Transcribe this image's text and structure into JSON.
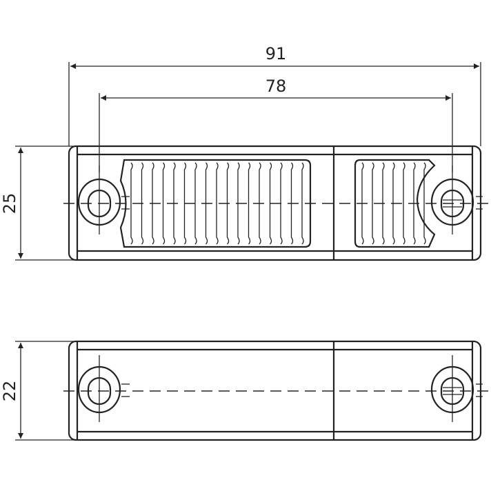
{
  "dimensions": {
    "overall_length": "91",
    "hole_spacing": "78",
    "height_top_view": "25",
    "height_bottom_view": "22"
  },
  "colors": {
    "line": "#222222",
    "background": "#ffffff"
  }
}
